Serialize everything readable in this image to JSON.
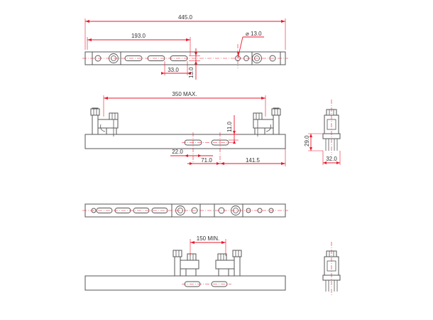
{
  "colors": {
    "dimension": "#e8192c",
    "outline": "#555555",
    "text": "#333333",
    "background": "#ffffff"
  },
  "dimensions": {
    "overall_length": "445.0",
    "slot_pitch_span": "193.0",
    "hole_diameter": "⌀ 13.0",
    "slot_pitch": "33.0",
    "slot_width": "13.0",
    "clamp_span_max": "350 MAX.",
    "bar_height": "11.0",
    "slot_length": "22.0",
    "slot_offset": "71.0",
    "end_distance": "141.5",
    "clamp_height": "29.0",
    "clamp_width": "32.0",
    "clamp_span_min": "150 MIN."
  }
}
